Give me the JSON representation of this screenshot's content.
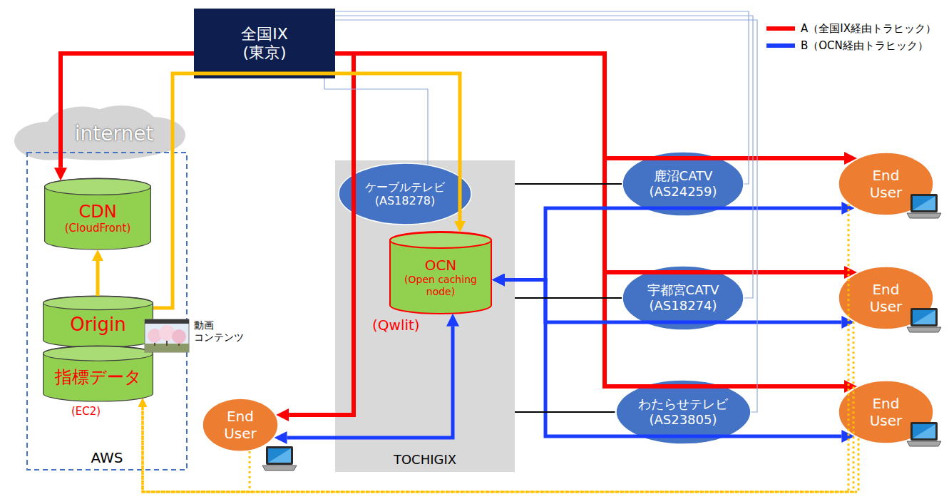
{
  "diagram": {
    "nodes": [
      {
        "text": [
          "全国IX (東京)"
        ]
      },
      {
        "text": [
          "internet"
        ]
      },
      {
        "text": [
          "AWS"
        ]
      },
      {
        "text": [
          "CDN",
          "(CloudFront)"
        ],
        "in": 2
      },
      {
        "text": [
          "Origin"
        ],
        "in": 2
      },
      {
        "text": [
          "指標データ"
        ],
        "in": 2
      },
      {
        "text": [
          "End User"
        ]
      },
      {
        "text": [
          "TOCHIGIX"
        ]
      },
      {
        "text": [
          "ケーブルテレビ (AS18278)"
        ],
        "in": 7
      },
      {
        "text": [
          "OCN",
          "(Open caching node)"
        ],
        "in": 7
      },
      {
        "text": [
          "鹿沼CATV (AS24259)"
        ]
      },
      {
        "text": [
          "End User"
        ]
      },
      {
        "text": [
          "宇都宮CATV (AS18274)"
        ]
      },
      {
        "text": [
          "End User"
        ]
      },
      {
        "text": [
          "わたらせテレビ (AS23805)"
        ]
      },
      {
        "text": [
          "End User"
        ]
      }
    ],
    "edges": [
      {
        "from": 0,
        "to": 3,
        "arrow": "to"
      },
      {
        "from": 0,
        "to": 6,
        "arrow": "to"
      },
      {
        "from": 0,
        "to": 11,
        "arrow": "to"
      },
      {
        "from": 0,
        "to": 13,
        "arrow": "to"
      },
      {
        "from": 0,
        "to": 15,
        "arrow": "to"
      },
      {
        "from": 4,
        "to": 3,
        "arrow": "to"
      },
      {
        "from": 4,
        "to": 9,
        "arrow": "to"
      },
      {
        "from": 9,
        "to": 6,
        "arrow": "both"
      },
      {
        "from": 9,
        "to": 11,
        "arrow": "both"
      },
      {
        "from": 9,
        "to": 13,
        "arrow": "both"
      },
      {
        "from": 9,
        "to": 15,
        "arrow": "both"
      },
      {
        "from": 0,
        "to": 8,
        "arrow": "none"
      },
      {
        "from": 0,
        "to": 10,
        "arrow": "none"
      },
      {
        "from": 0,
        "to": 12,
        "arrow": "none"
      },
      {
        "from": 0,
        "to": 14,
        "arrow": "none"
      },
      {
        "from": 7,
        "to": 10,
        "arrow": "none"
      },
      {
        "from": 7,
        "to": 12,
        "arrow": "none"
      },
      {
        "from": 7,
        "to": 14,
        "arrow": "none"
      },
      {
        "from": 6,
        "to": 5,
        "arrow": "to"
      },
      {
        "from": 11,
        "to": 5,
        "arrow": "to"
      },
      {
        "from": 13,
        "to": 5,
        "arrow": "to"
      },
      {
        "from": 15,
        "to": 5,
        "arrow": "to"
      }
    ],
    "labels": [
      "動画 コンテンツ",
      "(EC2)",
      "(Qwlit)"
    ],
    "legend": [
      {
        "text": "A（全国IX経由トラヒック）",
        "color": "#ff0000"
      },
      {
        "text": "B（OCN経由トラヒック）",
        "color": "#1a3cff"
      }
    ]
  }
}
